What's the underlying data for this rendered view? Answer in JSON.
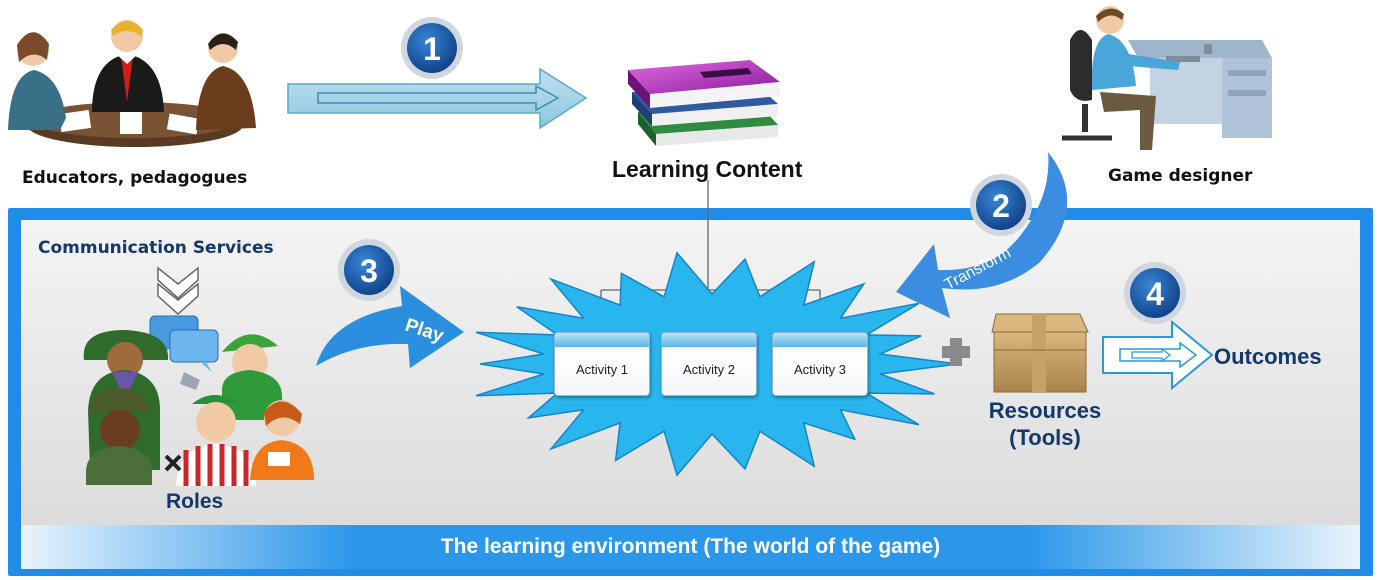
{
  "actors": {
    "educators_label": "Educators, pedagogues",
    "game_designer_label": "Game designer"
  },
  "learning_content_label": "Learning Content",
  "steps": [
    {
      "number": "1"
    },
    {
      "number": "2",
      "label": "Transform"
    },
    {
      "number": "3",
      "label": "Play"
    },
    {
      "number": "4"
    }
  ],
  "environment": {
    "communication_label": "Communication Services",
    "roles_label": "Roles",
    "activities": [
      "Activity 1",
      "Activity 2",
      "Activity 3"
    ],
    "resources_label_line1": "Resources",
    "resources_label_line2": "(Tools)",
    "outcomes_label": "Outcomes",
    "banner_label": "The learning environment (The world of the game)"
  },
  "colors": {
    "frame_blue": "#1f8de8",
    "banner_blue": "#2b97ea",
    "arrow_blue": "#2a8fde",
    "badge_blue": "#1e5aa8",
    "burst_blue": "#2bb6ee"
  }
}
